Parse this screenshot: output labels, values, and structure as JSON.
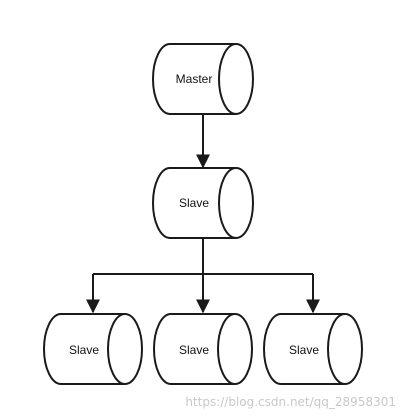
{
  "diagram": {
    "nodes": {
      "master": {
        "label": "Master"
      },
      "slave_middle": {
        "label": "Slave"
      },
      "slave_left": {
        "label": "Slave"
      },
      "slave_center": {
        "label": "Slave"
      },
      "slave_right": {
        "label": "Slave"
      }
    },
    "edges": [
      {
        "from": "master",
        "to": "slave_middle"
      },
      {
        "from": "slave_middle",
        "to": "slave_left"
      },
      {
        "from": "slave_middle",
        "to": "slave_center"
      },
      {
        "from": "slave_middle",
        "to": "slave_right"
      }
    ],
    "colors": {
      "stroke": "#1a1a1a",
      "fill": "#ffffff",
      "text": "#111111",
      "watermark": "#c9c9c9"
    }
  },
  "watermark": {
    "text": "https://blog.csdn.net/qq_28958301"
  }
}
